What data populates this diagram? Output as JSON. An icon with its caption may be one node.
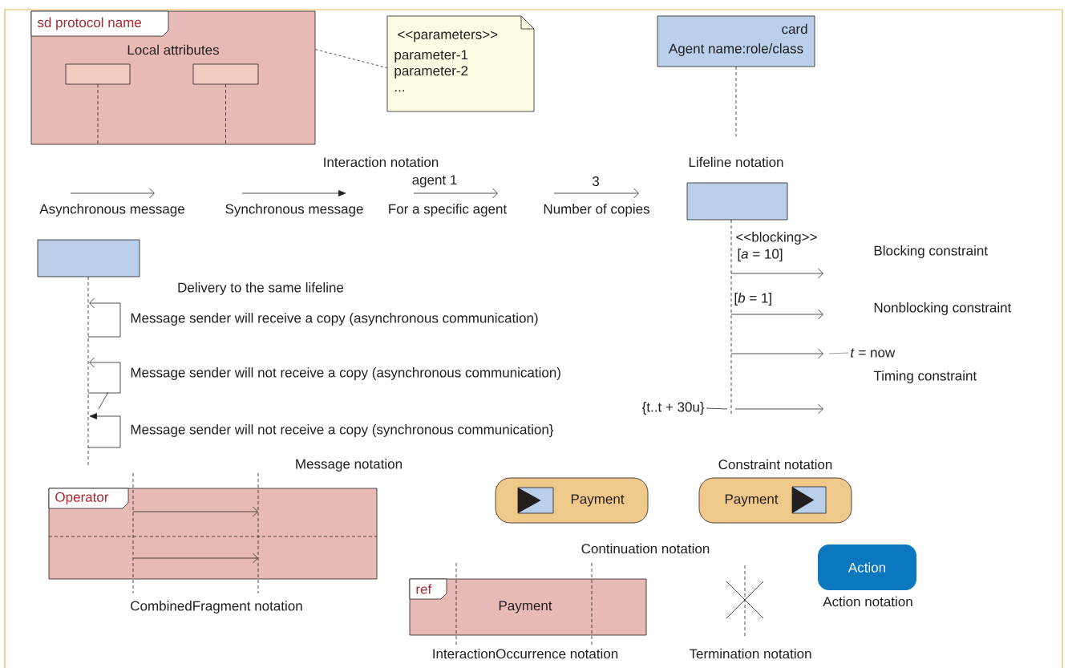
{
  "diagram": {
    "nodes": [
      {
        "text": [
          "sd protocol name",
          "Local attributes"
        ]
      },
      {
        "text": [],
        "shape": "box",
        "in": 0
      },
      {
        "text": [],
        "shape": "box",
        "in": 0
      },
      {
        "text": [
          "<<parameters>>",
          "parameter-1 parameter-2 ..."
        ]
      },
      {
        "text": [
          "card",
          "Agent name:role/class"
        ]
      },
      {
        "text": [],
        "shape": "box"
      },
      {
        "text": [],
        "shape": "box"
      },
      {
        "text": [
          "Operator"
        ]
      },
      {
        "text": [
          "Payment"
        ]
      },
      {
        "text": [
          "Payment"
        ]
      },
      {
        "text": [
          "ref",
          "Payment"
        ]
      },
      {
        "text": [
          "Action"
        ],
        "beside": [
          "Action notation"
        ]
      },
      {
        "text": [
          "*t* = now"
        ]
      },
      {
        "text": [
          "{t..t + 30u}"
        ]
      }
    ],
    "edges": [
      {
        "from": 0,
        "to": 3,
        "arrow": "none",
        "style": "dashed"
      },
      {
        "from": 12,
        "to": null,
        "arrow": "none",
        "color": "#808080"
      },
      {
        "from": 13,
        "to": null,
        "arrow": "none"
      }
    ],
    "labels": [
      "Interaction notation",
      "Asynchronous message",
      "Synchronous message",
      "agent 1",
      "For a specific agent",
      "3",
      "Number of copies",
      "Lifeline notation",
      "<<blocking>>",
      "[*a* = 10]",
      "Blocking constraint",
      "Delivery to the same lifeline",
      "Message sender will receive a copy (asynchronous communication)",
      "[*b* = 1]",
      "Nonblocking constraint",
      "Message sender will not receive a copy (asynchronous communication)",
      "Timing constraint",
      "Message sender will not receive a copy (synchronous communication}",
      "Message notation",
      "Constraint notation",
      "CombinedFragment notation",
      "Continuation notation",
      "InteractionOccurrence notation",
      "Termination notation"
    ]
  }
}
